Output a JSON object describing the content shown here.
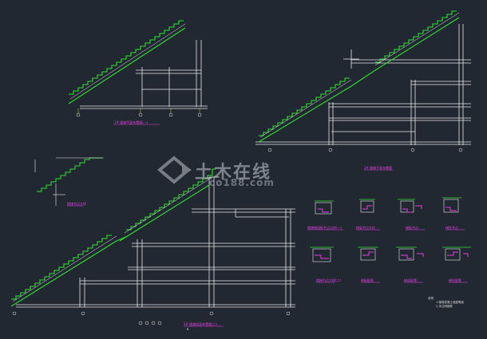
{
  "watermark": {
    "title": "土木在线",
    "subtitle": "co188.com"
  },
  "drawing_labels": {
    "top_left_title": "1# 楼梯平面布置图(一)",
    "top_right_title": "2# 楼梯平面布置图",
    "main_title": "2# 楼梯剖面布置图(二)",
    "main_subtitle": "B",
    "small_detail_title": "楼梯节点大样",
    "detail_1": "楼梯梯段板节点大样(一)",
    "detail_2": "梯梁节点大样",
    "detail_3": "梯板节点",
    "detail_4": "梯柱节点",
    "detail_5": "楼梯节点大样(二)",
    "detail_6": "梯板配筋",
    "detail_7": "梯梁配筋",
    "detail_8": "梯柱配筋",
    "note_head": "说明",
    "note_line": "1.楼梯混凝土强度等级",
    "note_line2": "2.未注明钢筋"
  },
  "colors": {
    "background": "#222832",
    "stair_green": "#30e030",
    "structure_white": "#e8e8e8",
    "title_magenta": "#e040e0",
    "axis_yellow": "#e0d040"
  }
}
